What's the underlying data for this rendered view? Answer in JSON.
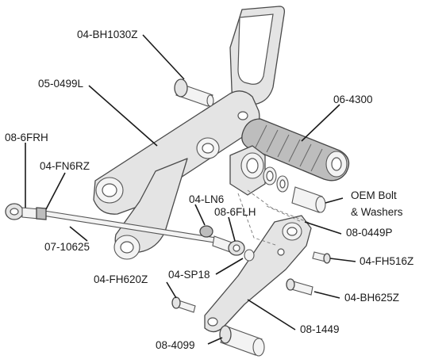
{
  "labels": {
    "heel_plate_bolt": "04-BH1030Z",
    "rear_set_bracket": "05-0499L",
    "peg": "06-4300",
    "rod_end_left": "08-6FRH",
    "nut_left": "04-FN6RZ",
    "nut_ln6": "04-LN6",
    "rod_end_right": "08-6FLH",
    "oem_bolt_line1": "OEM Bolt",
    "oem_bolt_line2": "& Washers",
    "pivot_bushing": "08-0449P",
    "linkage_rod": "07-10625",
    "screw_fh516": "04-FH516Z",
    "spacer": "04-SP18",
    "screw_fh620": "04-FH620Z",
    "screw_bh625": "04-BH625Z",
    "shift_lever": "08-1449",
    "lever_peg": "08-4099"
  }
}
